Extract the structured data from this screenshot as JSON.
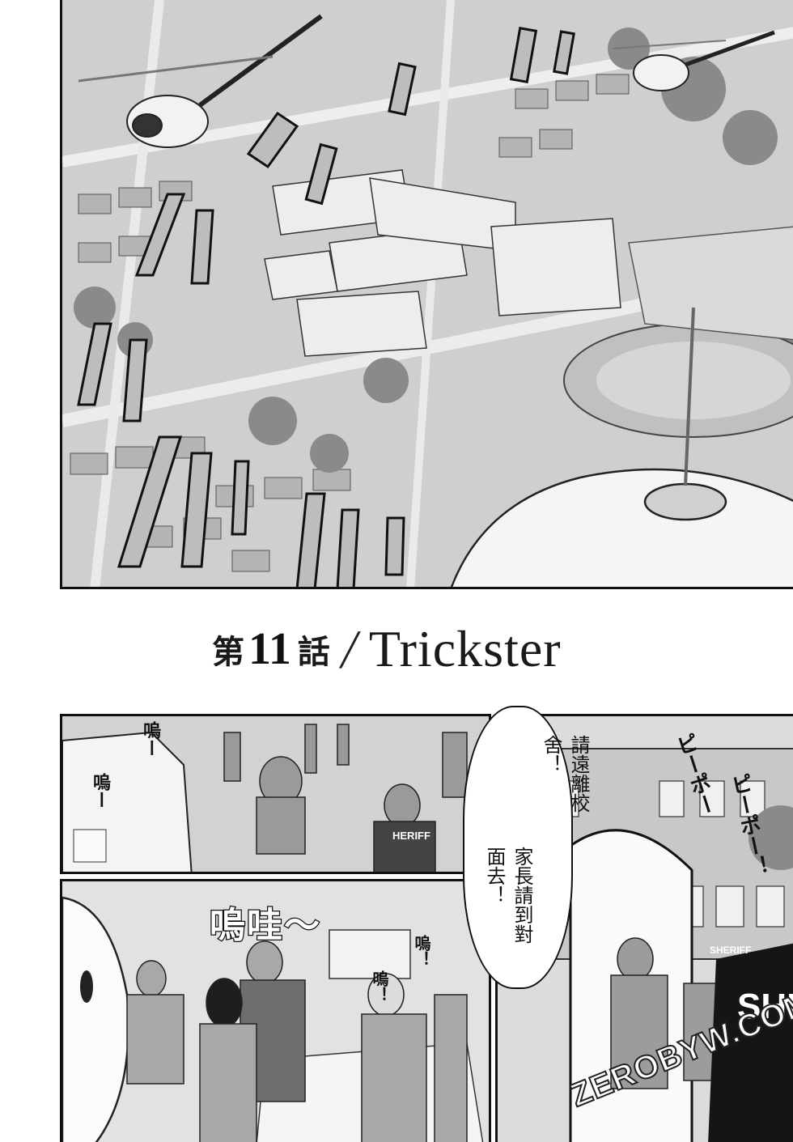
{
  "chapter": {
    "label": "第",
    "number": "11",
    "suffix": "話",
    "slash": "/",
    "subtitle": "Trickster"
  },
  "speech": {
    "warning_a": "請遠離校舍！",
    "warning_b": "家長請到對面去！"
  },
  "sfx": {
    "siren_left_1": "嗚ー",
    "siren_left_2": "嗚ー",
    "cry_big": "嗚哇〜",
    "cry_small_1": "嗚！",
    "cry_small_2": "嗚！",
    "pipo_1": "ピーポー",
    "pipo_2": "ピーポー！"
  },
  "labels": {
    "sheriff_patch": "HERIFF",
    "vest_text": "SHE",
    "vest_patch": "SHERIFF"
  },
  "watermark": "ZEROBYW.COM"
}
